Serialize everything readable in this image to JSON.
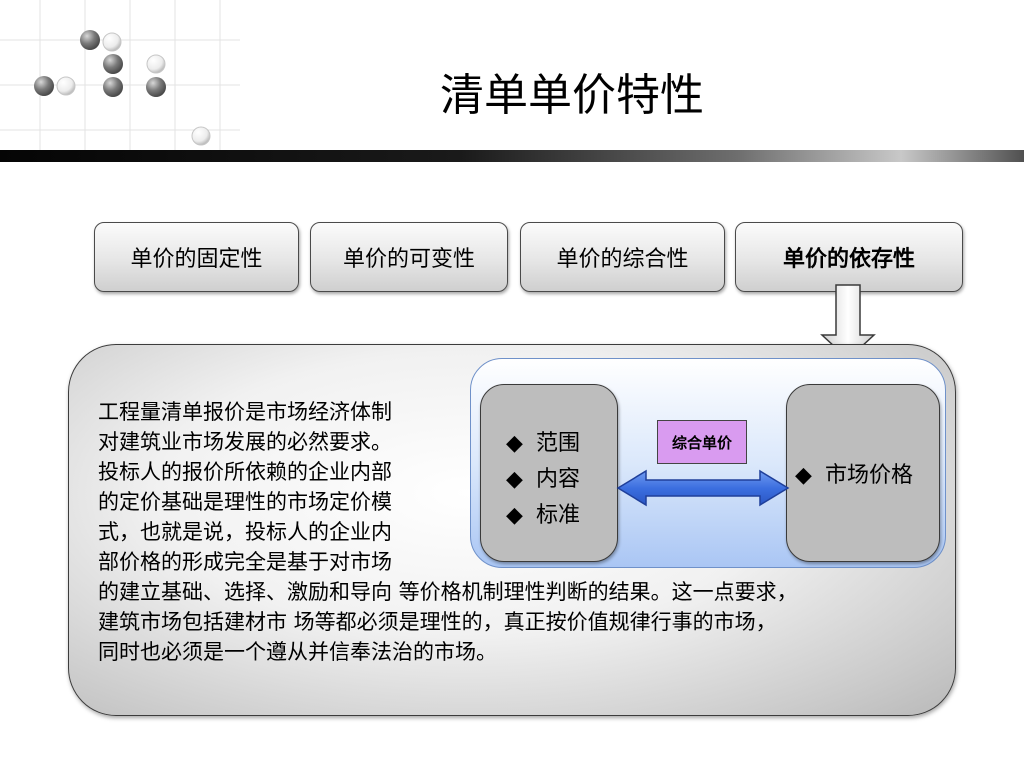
{
  "title": "清单单价特性",
  "tabs": [
    {
      "label": "单价的固定性"
    },
    {
      "label": "单价的可变性"
    },
    {
      "label": "单价的综合性"
    },
    {
      "label": "单价的依存性"
    }
  ],
  "diagram": {
    "left_items": [
      "范围",
      "内容",
      "标准"
    ],
    "bullet_glyph": "◆",
    "center_label": "综合单价",
    "right_item": "市场价格"
  },
  "body": {
    "lines_narrow": [
      "工程量清单报价是市场经济体制",
      "对建筑业市场发展的必然要求。",
      "投标人的报价所依赖的企业内部",
      "的定价基础是理性的市场定价模",
      "式，也就是说，投标人的企业内",
      "部价格的形成完全是基于对市场"
    ],
    "lines_wide": [
      "的建立基础、选择、激励和导向 等价格机制理性判断的结果。这一点要求，",
      "建筑市场包括建材市 场等都必须是理性的，真正按价值规律行事的市场，",
      "同时也必须是一个遵从并信奉法治的市场。"
    ]
  },
  "colors": {
    "accent_purple": "#d99bf0",
    "arrow_blue": "#3c6fe0",
    "panel_blue": "#aac6f4"
  }
}
